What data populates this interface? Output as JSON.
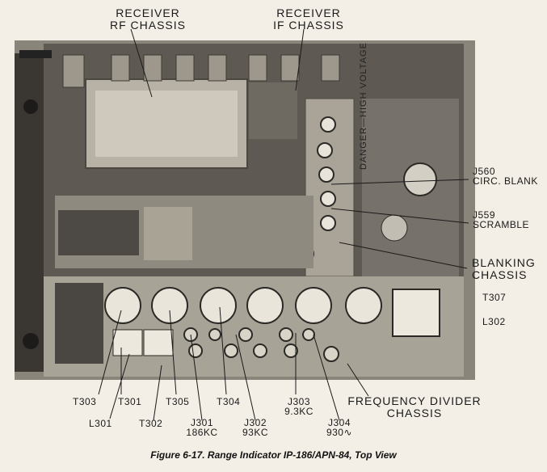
{
  "labels": {
    "receiver_rf_line1": "RECEIVER",
    "receiver_rf_line2": "RF CHASSIS",
    "receiver_if_line1": "RECEIVER",
    "receiver_if_line2": "IF CHASSIS",
    "j560_line1": "J560",
    "j560_line2": "CIRC. BLANK",
    "j559_line1": "J559",
    "j559_line2": "SCRAMBLE",
    "blanking_line1": "BLANKING",
    "blanking_line2": "CHASSIS",
    "t307": "T307",
    "l302": "L302",
    "t303": "T303",
    "t301": "T301",
    "l301": "L301",
    "t302": "T302",
    "t305": "T305",
    "j301_line1": "J301",
    "j301_line2": "186KC",
    "t304": "T304",
    "j302_line1": "J302",
    "j302_line2": "93KC",
    "j303_line1": "J303",
    "j303_line2": "9.3KC",
    "j304_line1": "J304",
    "j304_line2": "930∿",
    "freq_div_line1": "FREQUENCY DIVIDER",
    "freq_div_line2": "CHASSIS",
    "danger_text": "DANGER—HIGH VOLTAGE"
  },
  "caption": "Figure 6-17.  Range Indicator IP-186/APN-84, Top View"
}
